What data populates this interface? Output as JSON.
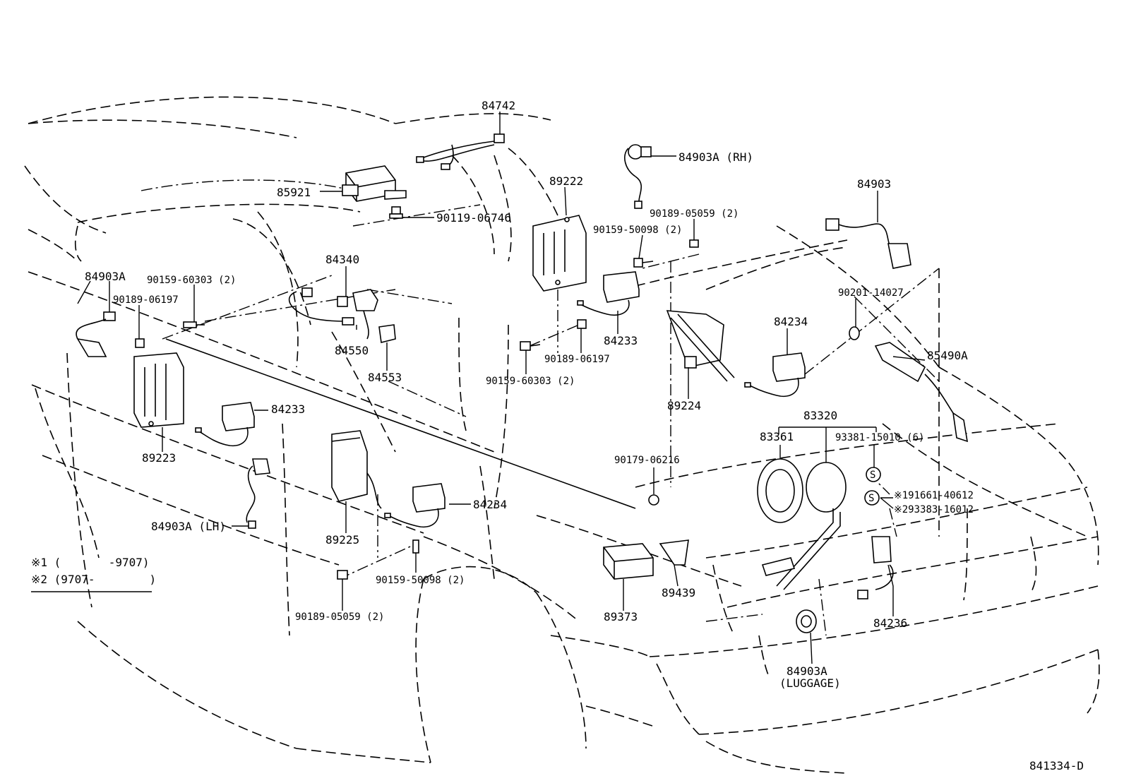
{
  "callouts": [
    {
      "id": "c84742",
      "text": "84742"
    },
    {
      "id": "c84903A_RH",
      "text": "84903A (RH)"
    },
    {
      "id": "c85921",
      "text": "85921"
    },
    {
      "id": "c89222",
      "text": "89222"
    },
    {
      "id": "c84903",
      "text": "84903"
    },
    {
      "id": "c90119_06746",
      "text": "90119-06746"
    },
    {
      "id": "c90189_05059_2a",
      "text": "90189-05059 (2)"
    },
    {
      "id": "c90159_50098_2a",
      "text": "90159-50098 (2)"
    },
    {
      "id": "c84903A",
      "text": "84903A"
    },
    {
      "id": "c90159_60303_2a",
      "text": "90159-60303 (2)"
    },
    {
      "id": "c84340",
      "text": "84340"
    },
    {
      "id": "c90189_06197a",
      "text": "90189-06197"
    },
    {
      "id": "c90201_14027",
      "text": "90201-14027"
    },
    {
      "id": "c84234a",
      "text": "84234"
    },
    {
      "id": "c84233a",
      "text": "84233"
    },
    {
      "id": "c84550",
      "text": "84550"
    },
    {
      "id": "c85490A",
      "text": "85490A"
    },
    {
      "id": "c90189_06197b",
      "text": "90189-06197"
    },
    {
      "id": "c84553",
      "text": "84553"
    },
    {
      "id": "c90159_60303_2b",
      "text": "90159-60303 (2)"
    },
    {
      "id": "c89224",
      "text": "89224"
    },
    {
      "id": "c84233b",
      "text": "84233"
    },
    {
      "id": "c83320",
      "text": "83320"
    },
    {
      "id": "c83361",
      "text": "83361"
    },
    {
      "id": "c93381_15010",
      "text": "93381-15010 (6)"
    },
    {
      "id": "c89223",
      "text": "89223"
    },
    {
      "id": "c90179_06216",
      "text": "90179-06216"
    },
    {
      "id": "c91661_40612",
      "text": "※191661-40612"
    },
    {
      "id": "c93383_16012",
      "text": "※293383-16012"
    },
    {
      "id": "c84234b",
      "text": "84234"
    },
    {
      "id": "c84903A_LH",
      "text": "84903A (LH)"
    },
    {
      "id": "c89225",
      "text": "89225"
    },
    {
      "id": "c90159_50098_2b",
      "text": "90159-50098 (2)"
    },
    {
      "id": "c89439",
      "text": "89439"
    },
    {
      "id": "c89373",
      "text": "89373"
    },
    {
      "id": "c84236",
      "text": "84236"
    },
    {
      "id": "c90189_05059_2b",
      "text": "90189-05059 (2)"
    },
    {
      "id": "c84903A_LUG",
      "text": "84903A"
    },
    {
      "id": "c84903A_LUG2",
      "text": "(LUGGAGE)"
    }
  ],
  "legend": {
    "line1": "※1 (       -9707)",
    "line2": "※2 (9707-        )"
  },
  "s_marks": [
    "S",
    "S"
  ],
  "diagram_id": "841334-D"
}
